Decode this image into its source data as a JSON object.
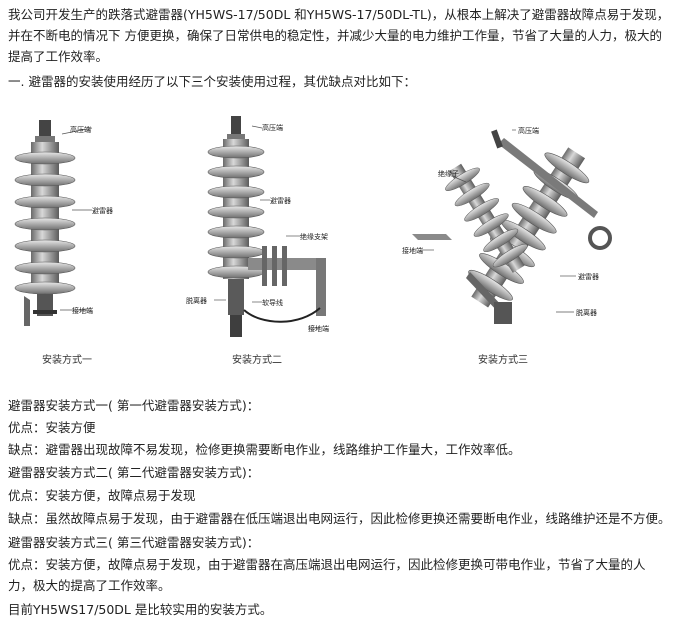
{
  "intro": "我公司开发生产的跌落式避雷器(YH5WS-17/50DL 和YH5WS-17/50DL-TL)，从根本上解决了避雷器故障点易于发现，并在不断电的情况下  方便更换，确保了日常供电的稳定性，并减少大量的电力维护工作量，节省了大量的人力，极大的提高了工作效率。",
  "section_heading": "一. 避雷器的安装使用经历了以下三个安装使用过程，其优缺点对比如下：",
  "figure": {
    "diagram1": {
      "high_voltage": "高压端",
      "arrester": "避雷器",
      "ground": "接地端",
      "caption": "安装方式一"
    },
    "diagram2": {
      "high_voltage": "高压端",
      "arrester": "避雷器",
      "bracket": "绝缘支架",
      "disconnector": "脱离器",
      "soft_wire": "软导线",
      "ground": "接地端",
      "caption": "安装方式二"
    },
    "diagram3": {
      "high_voltage": "高压端",
      "insulator": "绝缘子",
      "ground": "接地端",
      "arrester": "避雷器",
      "disconnector": "脱离器",
      "caption": "安装方式三"
    }
  },
  "methods": [
    {
      "title": "避雷器安装方式一( 第一代避雷器安装方式)：",
      "pros": "优点：安装方便",
      "cons": "缺点：避雷器出现故障不易发现，检修更换需要断电作业，线路维护工作量大，工作效率低。"
    },
    {
      "title": "避雷器安装方式二( 第二代避雷器安装方式)：",
      "pros": "优点：安装方便，故障点易于发现",
      "cons": "缺点：虽然故障点易于发现，由于避雷器在低压端退出电网运行，因此检修更换还需要断电作业，线路维护还是不方便。"
    },
    {
      "title": "避雷器安装方式三( 第三代避雷器安装方式)：",
      "pros": "优点：安装方便，故障点易于发现，由于避雷器在高压端退出电网运行，因此检修更换可带电作业，节省了大量的人力，极大的提高了工作效率。"
    }
  ],
  "conclusion": "目前YH5WS17/50DL 是比较实用的安装方式。"
}
